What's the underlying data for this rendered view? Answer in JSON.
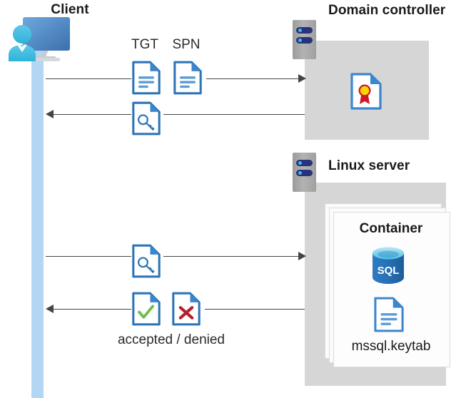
{
  "diagram": {
    "type": "kerberos-authentication-sequence",
    "actors": {
      "client": {
        "label": "Client",
        "icon": "user-monitor-icon"
      },
      "domain_controller": {
        "label": "Domain controller",
        "icon": "server-rack-icon",
        "contains": {
          "icon": "certificate-document-icon"
        }
      },
      "linux_server": {
        "label": "Linux server",
        "icon": "server-rack-icon"
      }
    },
    "container": {
      "label": "Container",
      "stack_count": 3,
      "items": [
        {
          "icon": "sql-database-icon",
          "label": "SQL"
        },
        {
          "icon": "document-icon",
          "label": "mssql.keytab"
        }
      ],
      "keytab_label": "mssql.keytab",
      "sql_label": "SQL"
    },
    "messages": [
      {
        "id": "m1",
        "direction": "right",
        "from": "client",
        "to": "domain_controller",
        "icons": [
          "document-icon",
          "document-icon"
        ],
        "labels": [
          "TGT",
          "SPN"
        ]
      },
      {
        "id": "m2",
        "direction": "left",
        "from": "domain_controller",
        "to": "client",
        "icons": [
          "key-document-icon"
        ],
        "labels": []
      },
      {
        "id": "m3",
        "direction": "right",
        "from": "client",
        "to": "linux_server",
        "icons": [
          "key-document-icon"
        ],
        "labels": []
      },
      {
        "id": "m4",
        "direction": "left",
        "from": "linux_server",
        "to": "client",
        "icons": [
          "check-document-icon",
          "cross-document-icon"
        ],
        "labels": [
          "accepted / denied"
        ]
      }
    ],
    "labels": {
      "tgt": "TGT",
      "spn": "SPN",
      "accepted_denied": "accepted / denied"
    },
    "colors": {
      "lifeline": "#b4d6f5",
      "box_fill": "#d6d6d6",
      "doc_blue": "#2e75b6",
      "doc_fold": "#3f86cd",
      "arrow": "#444444",
      "check_green": "#6ebd4a",
      "cross_red": "#b51f2a",
      "seal_yellow": "#ffd400",
      "seal_red": "#cc1b22",
      "sql_blue": "#2572b8",
      "rack_gray": "#a8a8a8",
      "rack_navy": "#27337a",
      "rack_dot": "#4ab4e8",
      "text": "#1a1a1a",
      "card": "#fdfdfd"
    }
  }
}
